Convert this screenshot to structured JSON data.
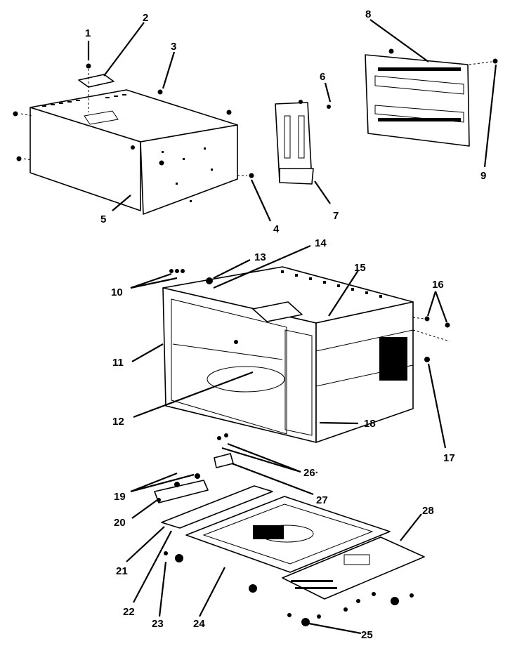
{
  "callouts": [
    "1",
    "2",
    "3",
    "4",
    "5",
    "6",
    "7",
    "8",
    "9",
    "10",
    "11",
    "12",
    "13",
    "14",
    "15",
    "16",
    "17",
    "18",
    "19",
    "20",
    "21",
    "22",
    "23",
    "24",
    "25",
    "26·",
    "27",
    "28"
  ],
  "colors": {
    "ink": "#000000",
    "paper": "#ffffff"
  }
}
